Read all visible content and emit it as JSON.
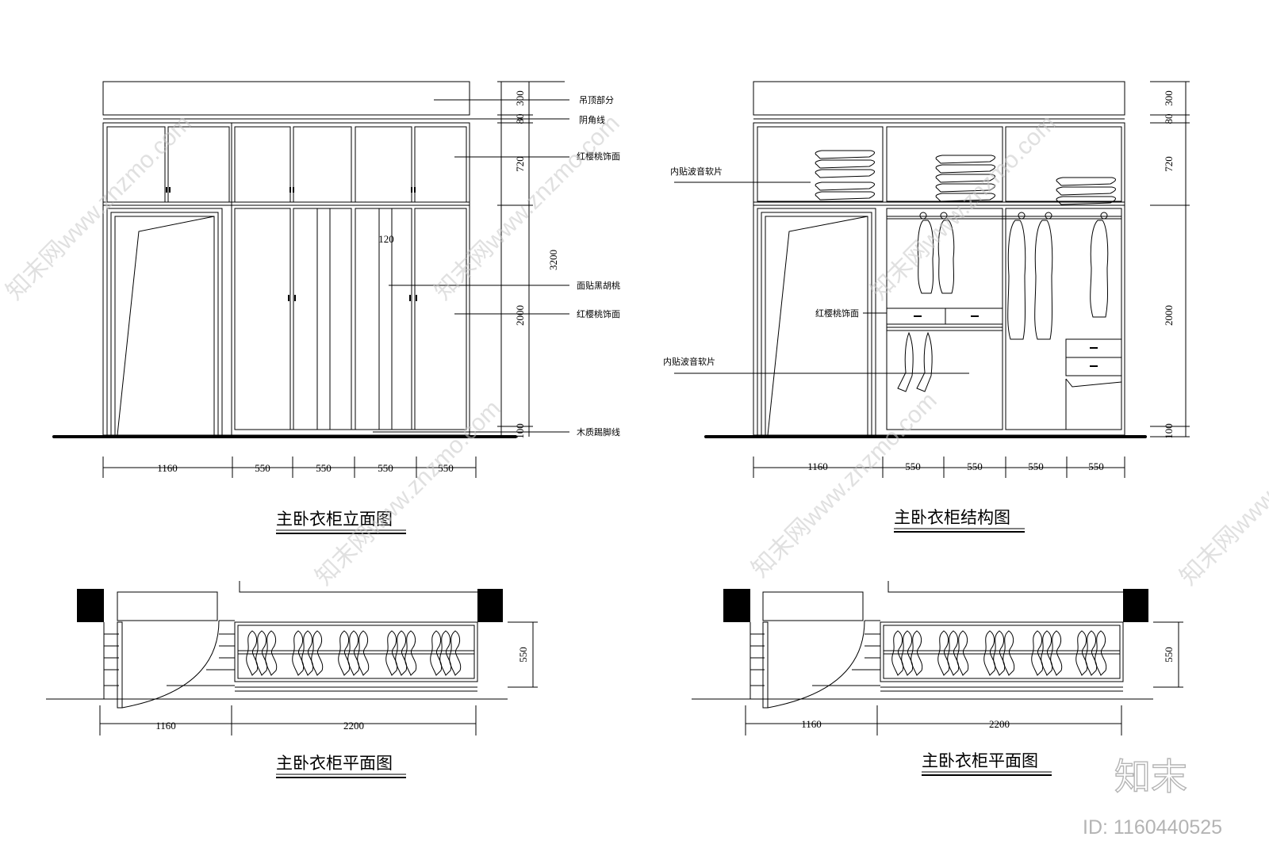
{
  "drawings": {
    "elevation": {
      "title": "主卧衣柜立面图",
      "dims_bottom": [
        "1160",
        "550",
        "550",
        "550",
        "550"
      ],
      "dims_right": [
        "300",
        "80",
        "720",
        "3200",
        "2000",
        "100"
      ],
      "inner_dim": "120",
      "labels": [
        "吊顶部分",
        "阴角线",
        "红樱桃饰面",
        "面贴黑胡桃",
        "红樱桃饰面",
        "木质踢脚线"
      ]
    },
    "structure": {
      "title": "主卧衣柜结构图",
      "dims_bottom": [
        "1160",
        "550",
        "550",
        "550",
        "550"
      ],
      "dims_right": [
        "300",
        "80",
        "720",
        "2000",
        "100"
      ],
      "labels": [
        "内贴波音软片",
        "红樱桃饰面",
        "内贴波音软片"
      ]
    },
    "plan_left": {
      "title": "主卧衣柜平面图",
      "dims_bottom": [
        "1160",
        "2200"
      ],
      "dim_side": "550"
    },
    "plan_right": {
      "title": "主卧衣柜平面图",
      "dims_bottom": [
        "1160",
        "2200"
      ],
      "dim_side": "550"
    }
  },
  "watermark": {
    "text": "知末网www.znzmo.com",
    "logo": "知末",
    "id": "ID: 1160440525"
  }
}
